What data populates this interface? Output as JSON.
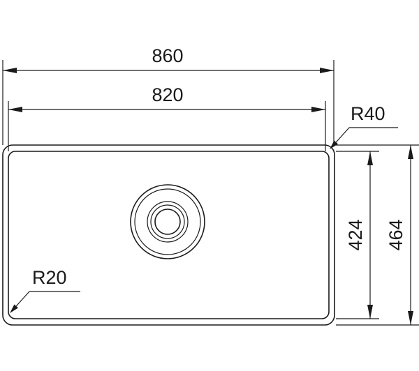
{
  "drawing": {
    "dimensions": {
      "overall_width": "860",
      "inner_width": "820",
      "inner_depth": "424",
      "overall_depth": "464",
      "outer_corner_radius": "R40",
      "inner_corner_radius": "R20"
    },
    "colors": {
      "line": "#1a1a1a",
      "background": "#ffffff"
    }
  }
}
